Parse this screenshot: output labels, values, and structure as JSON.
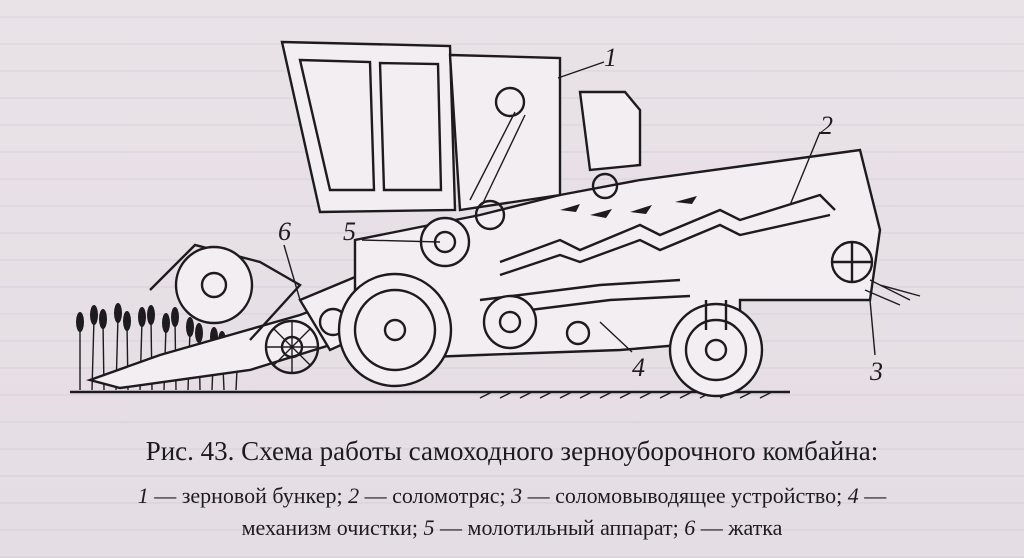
{
  "figure": {
    "callouts": [
      {
        "id": "1",
        "text": "1"
      },
      {
        "id": "2",
        "text": "2"
      },
      {
        "id": "3",
        "text": "3"
      },
      {
        "id": "4",
        "text": "4"
      },
      {
        "id": "5",
        "text": "5"
      },
      {
        "id": "6",
        "text": "6"
      }
    ]
  },
  "caption": {
    "title": "Рис. 43. Схема работы самоходного зерноуборочного комбайна:",
    "legend": [
      {
        "num": "1",
        "text": " — зерновой бункер; "
      },
      {
        "num": "2",
        "text": " — соломотряс; "
      },
      {
        "num": "3",
        "text": " — соломовыводящее устройство; "
      },
      {
        "num": "4",
        "text": " —"
      },
      {
        "num": "",
        "text": "механизм очистки; "
      },
      {
        "num": "5",
        "text": " — молотильный аппарат; "
      },
      {
        "num": "6",
        "text": " — жатка"
      }
    ]
  }
}
